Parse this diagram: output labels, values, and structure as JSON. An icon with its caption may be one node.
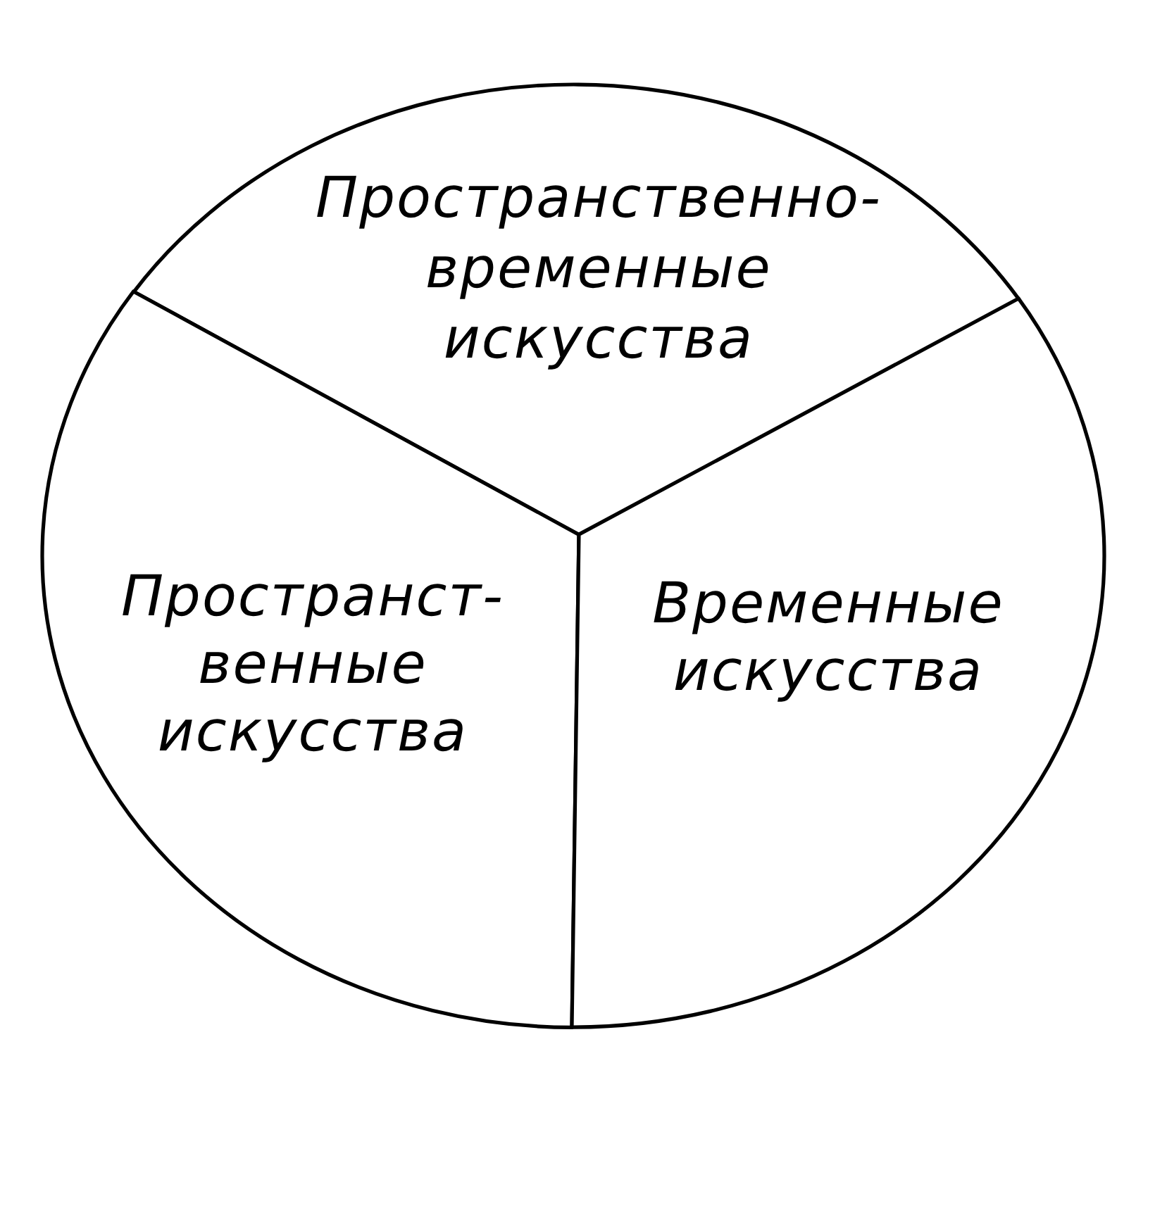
{
  "diagram": {
    "nodes": [
      {
        "text": [
          "Пространственно-временные искусства"
        ]
      },
      {
        "text": [
          "Пространст-венные искусства"
        ]
      },
      {
        "text": [
          "Временные искусства"
        ]
      }
    ]
  }
}
